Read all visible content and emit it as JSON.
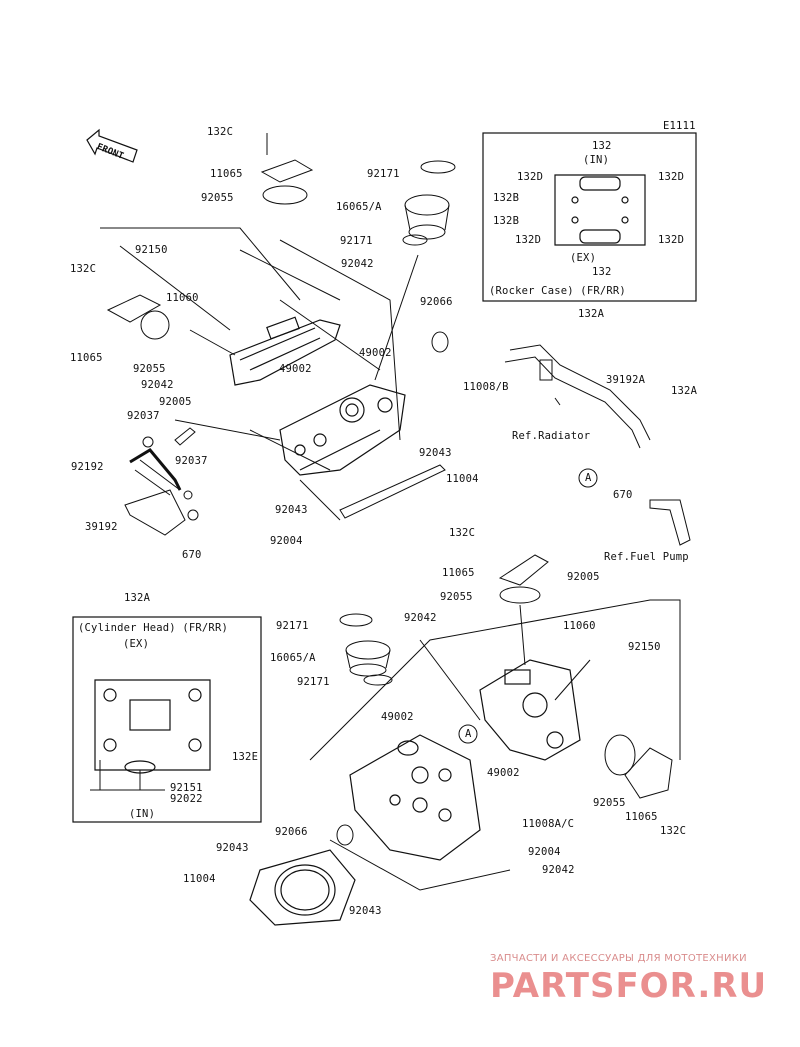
{
  "diagram_code": "E1111",
  "front_label": "FRONT",
  "labels": {
    "l132c_top": "132C",
    "l11065_top": "11065",
    "l92055_top": "92055",
    "l92150_top": "92150",
    "l132c_left": "132C",
    "l11060_top": "11060",
    "l11065_left": "11065",
    "l92055_left": "92055",
    "l92042_a": "92042",
    "l92005_a": "92005",
    "l92037_a": "92037",
    "l92192": "92192",
    "l92037_b": "92037",
    "l39192": "39192",
    "l670_left": "670",
    "l132a_left": "132A",
    "l92171_a": "92171",
    "l16065a_a": "16065/A",
    "l92171_b": "92171",
    "l92042_b": "92042",
    "l92066_a": "92066",
    "l49002_a": "49002",
    "l49002_b": "49002",
    "l11008b": "11008/B",
    "l92043_a": "92043",
    "l11004_a": "11004",
    "l92043_b": "92043",
    "l92004_a": "92004",
    "l132a_mid": "132A",
    "l39192a": "39192A",
    "l132a_right": "132A",
    "l670_right": "670",
    "l132c_mid": "132C",
    "l11065_mid": "11065",
    "l92055_mid": "92055",
    "l92005_b": "92005",
    "l92171_c": "92171",
    "l16065a_b": "16065/A",
    "l92171_d": "92171",
    "l92042_c": "92042",
    "l11060_b": "11060",
    "l92150_b": "92150",
    "l49002_c": "49002",
    "l49002_d": "49002",
    "l11008ac": "11008A/C",
    "l92004_b": "92004",
    "l92042_d": "92042",
    "l92066_b": "92066",
    "l92043_c": "92043",
    "l11004_b": "11004",
    "l92043_d": "92043",
    "l92055_right": "92055",
    "l11065_right": "11065",
    "l132c_right": "132C"
  },
  "refs": {
    "radiator": "Ref.Radiator",
    "fuel_pump": "Ref.Fuel Pump",
    "circle_a": "A"
  },
  "rocker_box": {
    "title": "(Rocker Case) (FR/RR)",
    "top_132": "132",
    "in_label": "(IN)",
    "ex_label": "(EX)",
    "bottom_132": "132",
    "l132d_1": "132D",
    "l132b_1": "132B",
    "l132b_2": "132B",
    "l132d_2": "132D",
    "r132d_1": "132D",
    "r132d_2": "132D"
  },
  "cylinder_box": {
    "title": "(Cylinder Head) (FR/RR)",
    "ex_label": "(EX)",
    "in_label": "(IN)",
    "l132e": "132E",
    "l92151": "92151",
    "l92022": "92022"
  },
  "watermark": {
    "small": "ЗАПЧАСТИ И АКСЕССУАРЫ ДЛЯ МОТОТЕХНИКИ",
    "big": "PARTSFOR.RU"
  }
}
